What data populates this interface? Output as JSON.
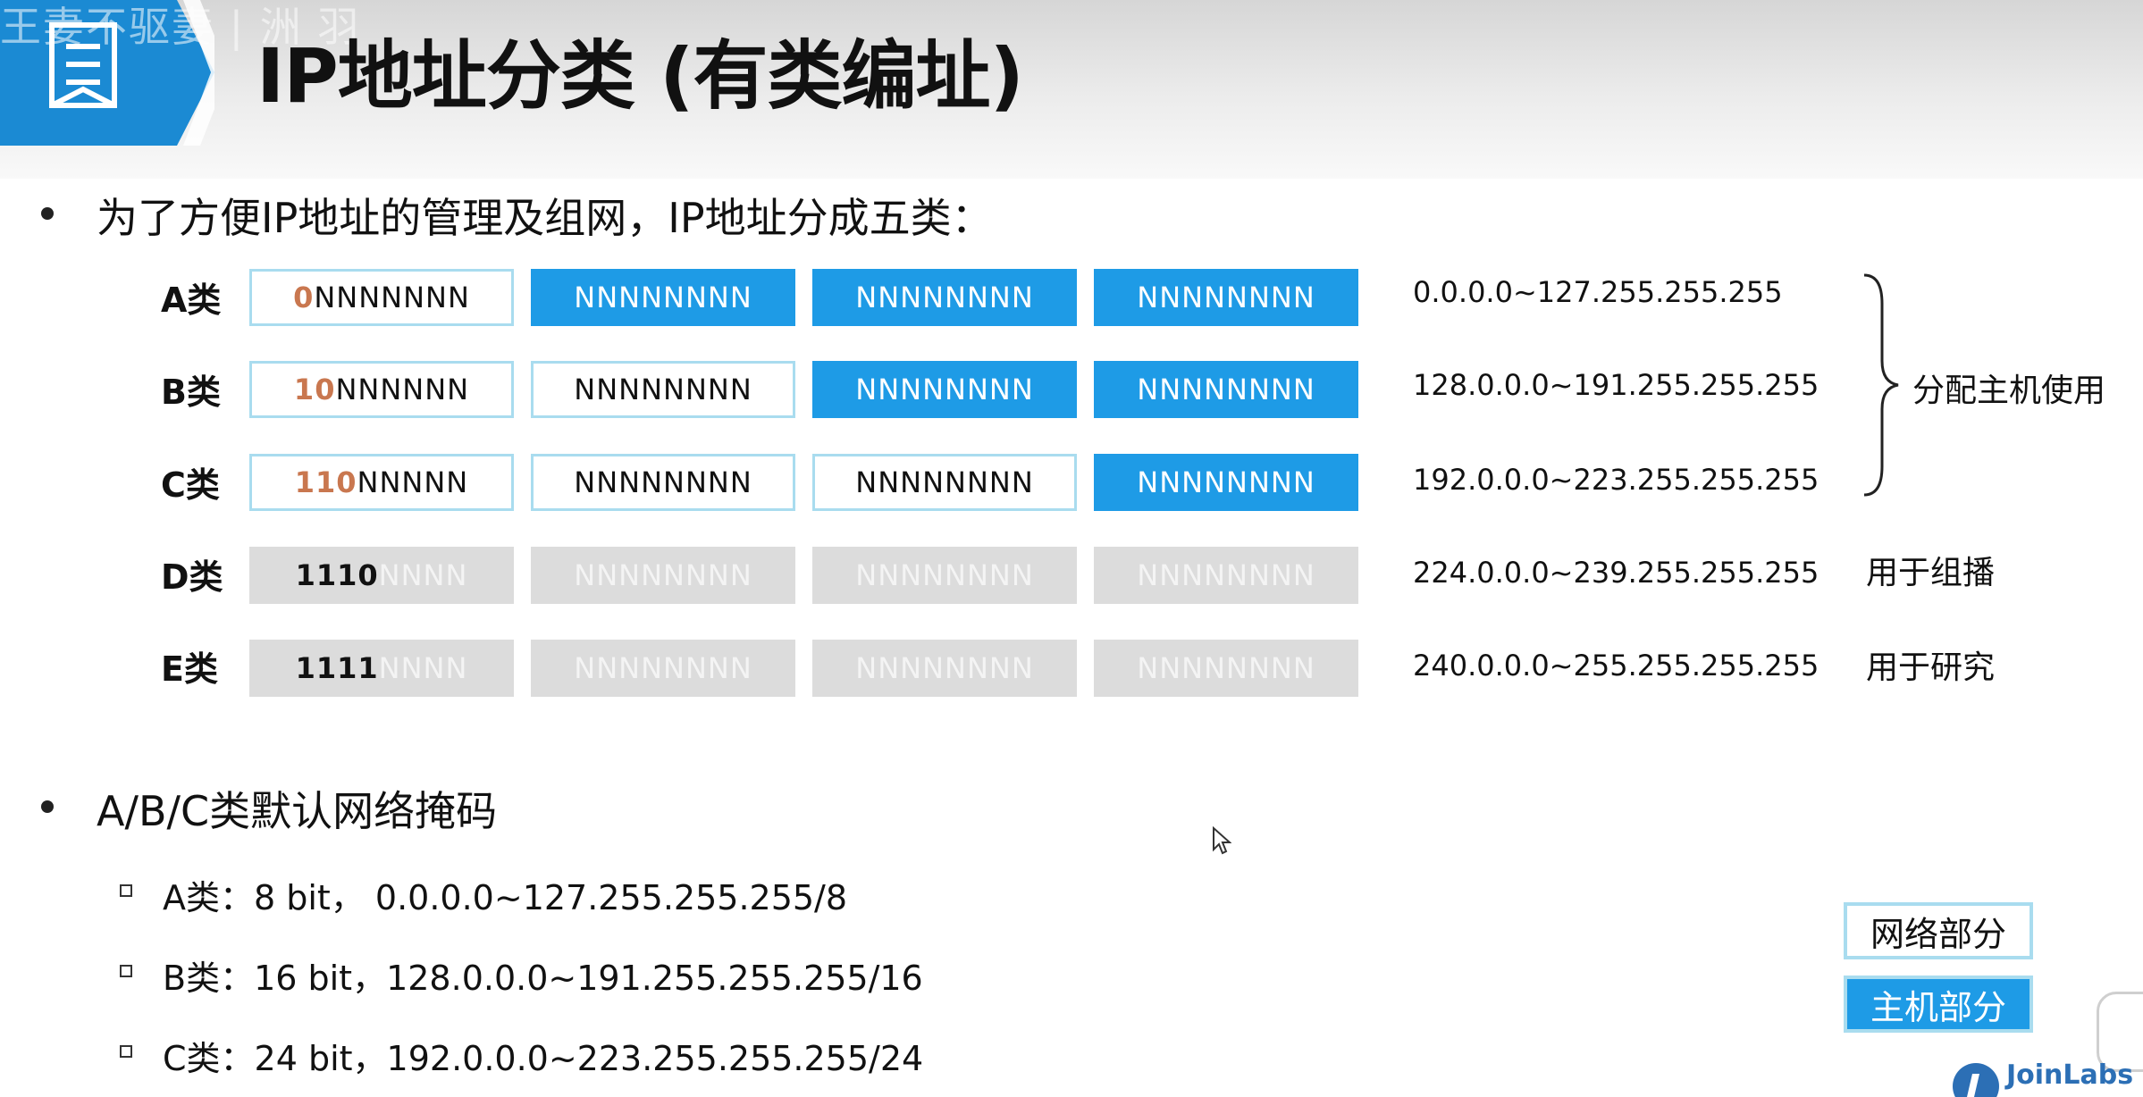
{
  "header": {
    "watermark": "王妻不驱妻 | 洲 羽",
    "title": "IP地址分类 (有类编址)"
  },
  "intro": "为了方便IP地址的管理及组网，IP地址分成五类：",
  "classes": [
    {
      "label": "A类",
      "prefix": "0",
      "first_rest": "NNNNNNN",
      "cells": [
        "NNNNNNNN",
        "NNNNNNNN",
        "NNNNNNNN"
      ],
      "range": "0.0.0.0~127.255.255.255"
    },
    {
      "label": "B类",
      "prefix": "10",
      "first_rest": "NNNNNN",
      "cells": [
        "NNNNNNNN",
        "NNNNNNNN",
        "NNNNNNNN"
      ],
      "range": "128.0.0.0~191.255.255.255"
    },
    {
      "label": "C类",
      "prefix": "110",
      "first_rest": "NNNNN",
      "cells": [
        "NNNNNNNN",
        "NNNNNNNN",
        "NNNNNNNN"
      ],
      "range": "192.0.0.0~223.255.255.255"
    },
    {
      "label": "D类",
      "prefix": "1110",
      "first_rest": "NNNN",
      "cells": [
        "NNNNNNNN",
        "NNNNNNNN",
        "NNNNNNNN"
      ],
      "range": "224.0.0.0~239.255.255.255"
    },
    {
      "label": "E类",
      "prefix": "1111",
      "first_rest": "NNNN",
      "cells": [
        "NNNNNNNN",
        "NNNNNNNN",
        "NNNNNNNN"
      ],
      "range": "240.0.0.0~255.255.255.255"
    }
  ],
  "notes": {
    "abc": "分配主机使用",
    "d": "用于组播",
    "e": "用于研究"
  },
  "mask_section": {
    "heading": "A/B/C类默认网络掩码",
    "items": [
      "A类：8 bit，  0.0.0.0~127.255.255.255/8",
      "B类：16 bit，128.0.0.0~191.255.255.255/16",
      "C类：24 bit，192.0.0.0~223.255.255.255/24"
    ]
  },
  "legend": {
    "network": "网络部分",
    "host": "主机部分"
  },
  "brand": "JoinLabs",
  "colors": {
    "host_blue": "#1e9be6",
    "network_border": "#a9dcef",
    "prefix_orange": "#c9774f",
    "reserved_gray": "#dcdcdc"
  }
}
